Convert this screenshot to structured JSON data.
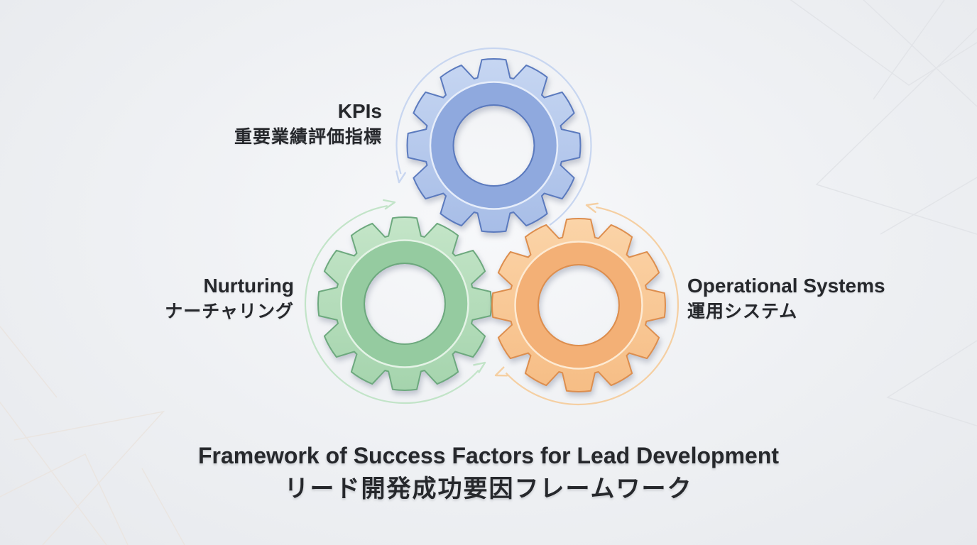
{
  "diagram": {
    "nodes": [
      {
        "id": "kpis",
        "icon": "gear-icon",
        "arrow_icon": "circular-rotation-arrow",
        "label_en": "KPIs",
        "label_ja": "重要業績評価指標",
        "colors": {
          "body_top": "#c6d6f2",
          "body_bottom": "#a7bde7",
          "ring": "#8fa9de",
          "outline": "#5b7abe",
          "highlight": "#e6edfa",
          "arrow": "#c8d6f0"
        }
      },
      {
        "id": "nurturing",
        "icon": "gear-icon",
        "arrow_icon": "circular-rotation-arrow",
        "label_en": "Nurturing",
        "label_ja": "ナーチャリング",
        "colors": {
          "body_top": "#c4e5c8",
          "body_bottom": "#a5d4ad",
          "ring": "#95cba0",
          "outline": "#6da97e",
          "highlight": "#e4f3e6",
          "arrow": "#c2e4c8"
        }
      },
      {
        "id": "operational-systems",
        "icon": "gear-icon",
        "arrow_icon": "circular-rotation-arrow",
        "label_en": "Operational Systems",
        "label_ja": "運用システム",
        "colors": {
          "body_top": "#fbd4a8",
          "body_bottom": "#f6bd85",
          "ring": "#f3b076",
          "outline": "#dd8e4e",
          "highlight": "#fdead3",
          "arrow": "#f5cfa2"
        }
      }
    ],
    "title_en": "Framework of Success Factors for Lead Development",
    "title_ja": "リード開発成功要因フレームワーク"
  }
}
